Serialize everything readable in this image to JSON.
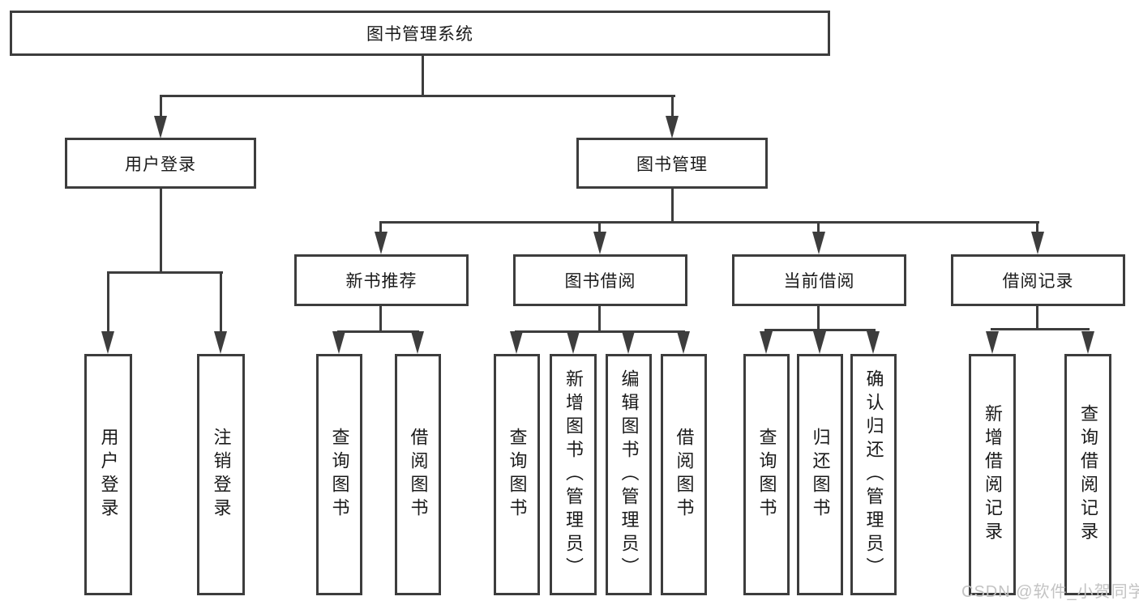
{
  "diagram_title": "图书管理系统",
  "tree": {
    "root_label": "图书管理系统",
    "children": [
      {
        "label": "用户登录",
        "children": [
          {
            "label": "用户登录"
          },
          {
            "label": "注销登录"
          }
        ]
      },
      {
        "label": "图书管理",
        "children": [
          {
            "label": "新书推荐",
            "children": [
              {
                "label": "查询图书"
              },
              {
                "label": "借阅图书"
              }
            ]
          },
          {
            "label": "图书借阅",
            "children": [
              {
                "label": "查询图书"
              },
              {
                "label": "新增图书（管理员）"
              },
              {
                "label": "编辑图书（管理员）"
              },
              {
                "label": "借阅图书"
              }
            ]
          },
          {
            "label": "当前借阅",
            "children": [
              {
                "label": "查询图书"
              },
              {
                "label": "归还图书"
              },
              {
                "label": "确认归还（管理员）"
              }
            ]
          },
          {
            "label": "借阅记录",
            "children": [
              {
                "label": "新增借阅记录"
              },
              {
                "label": "查询借阅记录"
              }
            ]
          }
        ]
      }
    ]
  },
  "watermark": {
    "text": "CSDN @软件_小贺同学"
  },
  "colors": {
    "line": "#3d3d3d",
    "text": "#1a1a1a",
    "background": "#ffffff",
    "watermark": "#c3c3c3"
  }
}
